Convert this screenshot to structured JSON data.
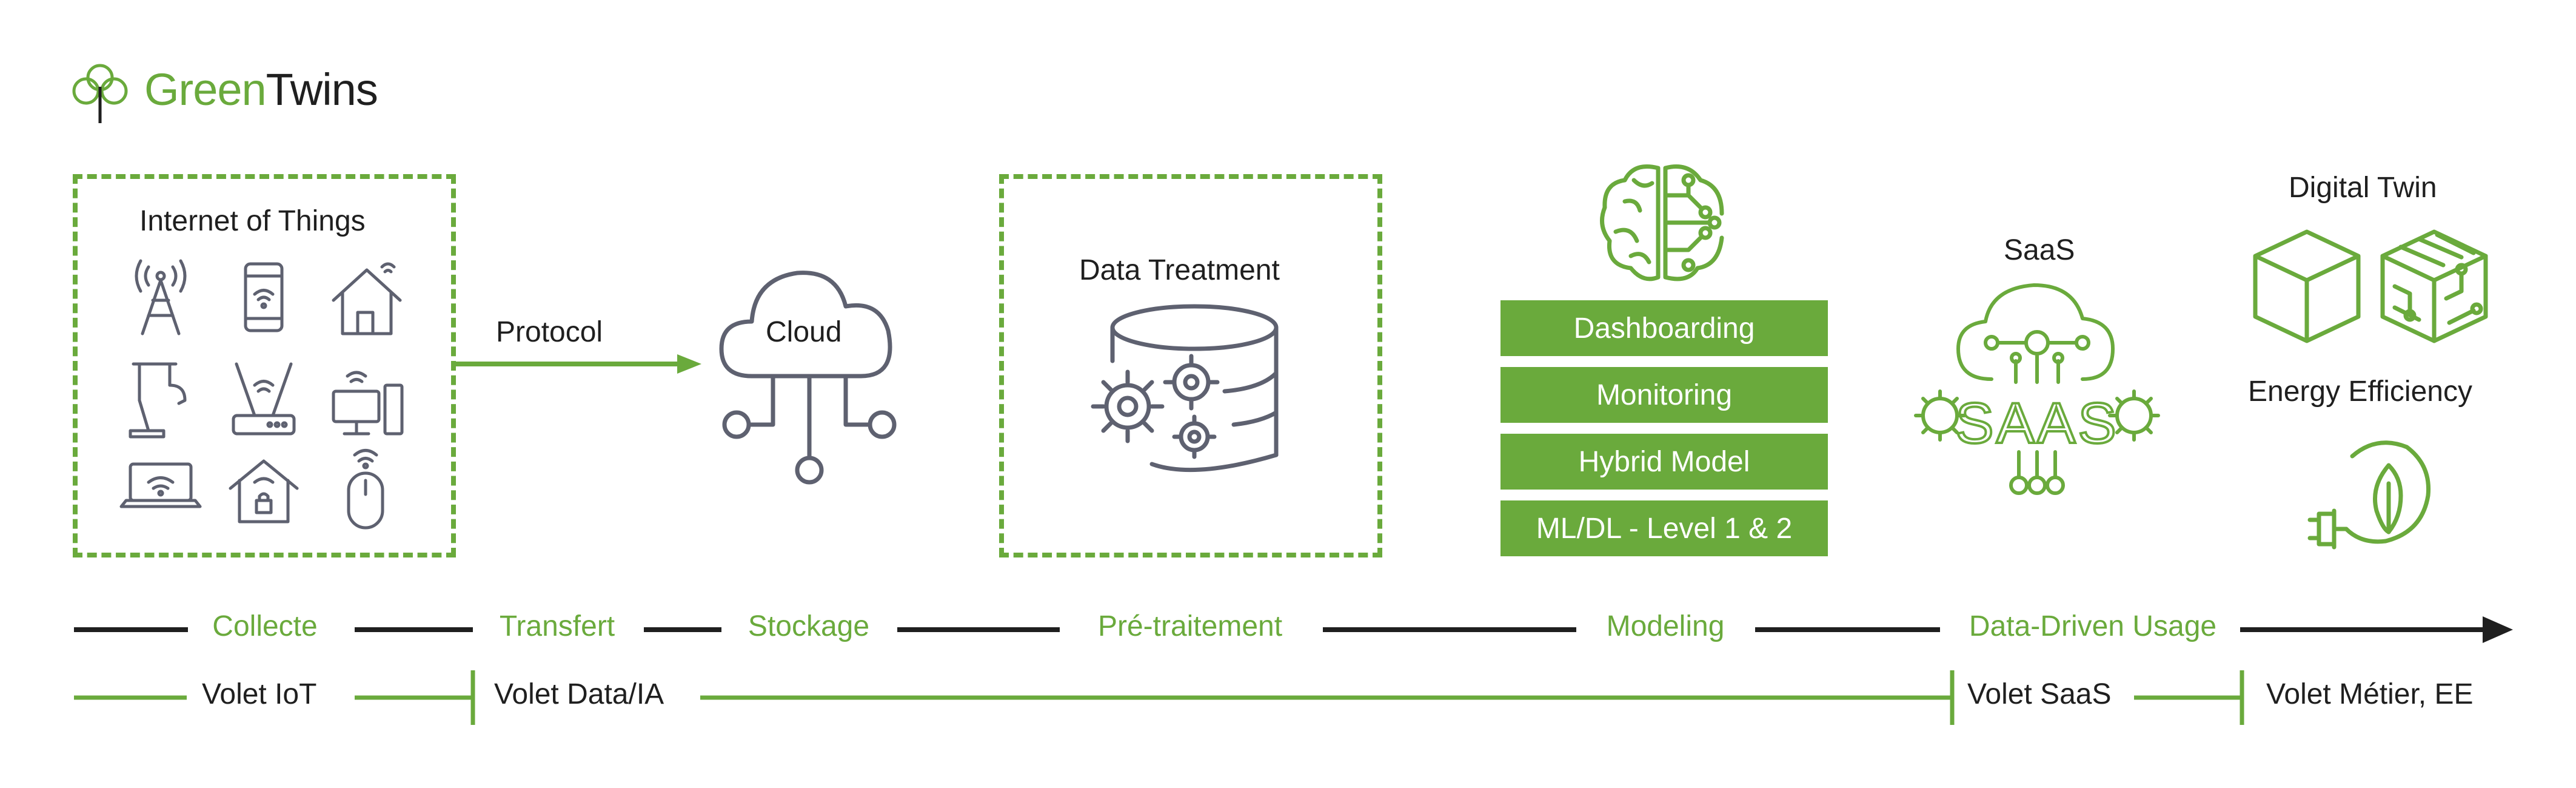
{
  "brand": {
    "name_part1": "Green",
    "name_part2": "Twins"
  },
  "iot": {
    "title": "Internet of Things"
  },
  "protocol": {
    "label": "Protocol"
  },
  "cloud": {
    "label": "Cloud"
  },
  "treatment": {
    "title": "Data Treatment"
  },
  "modeling": {
    "bars": [
      "Dashboarding",
      "Monitoring",
      "Hybrid Model",
      "ML/DL - Level 1 & 2"
    ]
  },
  "saas": {
    "title": "SaaS",
    "badge": "SAAS"
  },
  "digital": {
    "title": "Digital Twin",
    "energy": "Energy Efficiency"
  },
  "stages": [
    "Collecte",
    "Transfert",
    "Stockage",
    "Pré-traitement",
    "Modeling",
    "Data-Driven Usage"
  ],
  "volets": [
    "Volet IoT",
    "Volet Data/IA",
    "Volet SaaS",
    "Volet Métier, EE"
  ],
  "colors": {
    "accent": "#6aaa3c",
    "icon_gray": "#5e6170",
    "dark": "#1f1f1f"
  }
}
